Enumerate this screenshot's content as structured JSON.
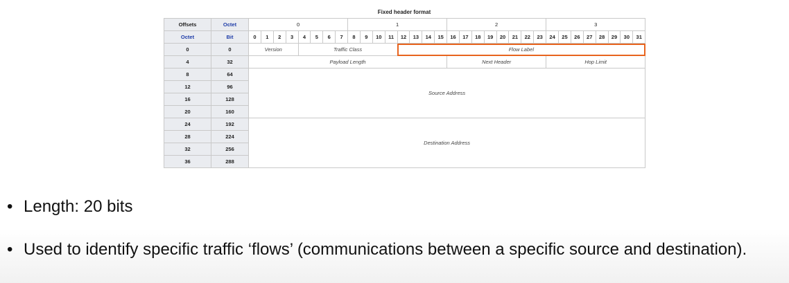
{
  "caption": "Fixed header format",
  "offsets_label": "Offsets",
  "octet_label": "Octet",
  "bit_label": "Bit",
  "octet_columns": [
    "0",
    "1",
    "2",
    "3"
  ],
  "bits": [
    "0",
    "1",
    "2",
    "3",
    "4",
    "5",
    "6",
    "7",
    "8",
    "9",
    "10",
    "11",
    "12",
    "13",
    "14",
    "15",
    "16",
    "17",
    "18",
    "19",
    "20",
    "21",
    "22",
    "23",
    "24",
    "25",
    "26",
    "27",
    "28",
    "29",
    "30",
    "31"
  ],
  "rows": [
    {
      "octet": "0",
      "bit": "0"
    },
    {
      "octet": "4",
      "bit": "32"
    },
    {
      "octet": "8",
      "bit": "64"
    },
    {
      "octet": "12",
      "bit": "96"
    },
    {
      "octet": "16",
      "bit": "128"
    },
    {
      "octet": "20",
      "bit": "160"
    },
    {
      "octet": "24",
      "bit": "192"
    },
    {
      "octet": "28",
      "bit": "224"
    },
    {
      "octet": "32",
      "bit": "256"
    },
    {
      "octet": "36",
      "bit": "288"
    }
  ],
  "fields": {
    "version": "Version",
    "traffic_class": "Traffic Class",
    "flow_label": "Flow Label",
    "payload_length": "Payload Length",
    "next_header": "Next Header",
    "hop_limit": "Hop Limit",
    "source_address": "Source Address",
    "destination_address": "Destination Address"
  },
  "highlight_color": "#e8641e",
  "bullets": [
    "Length: 20 bits",
    "Used to identify specific traffic ‘flows’ (communications between a specific source and destination)."
  ]
}
